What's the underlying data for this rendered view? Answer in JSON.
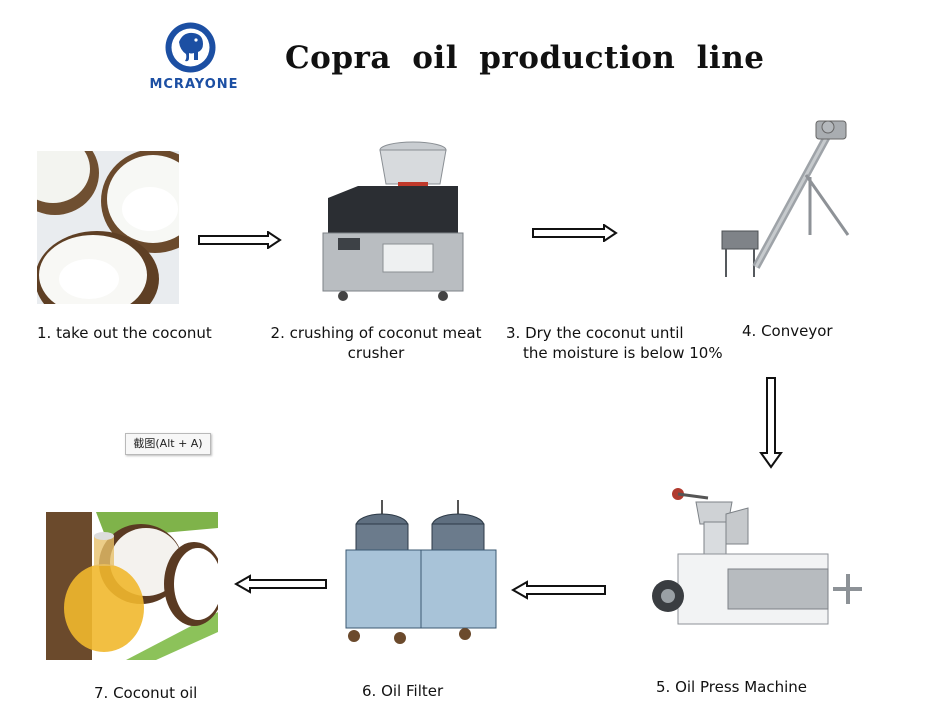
{
  "brand": {
    "name": "MCRAYONE",
    "logo_icon": "elephant-logo-icon",
    "color": "#1c4fa3"
  },
  "title": "Copra  oil  production  line",
  "steps": [
    {
      "label": "1. take out the coconut",
      "image": "coconut-halves-photo"
    },
    {
      "label_line1": "2. crushing of coconut meat",
      "label_line2": "crusher",
      "image": "coconut-crusher-machine"
    },
    {
      "label_line1": "3. Dry the coconut until",
      "label_line2": "the moisture is below 10%"
    },
    {
      "label": "4. Conveyor",
      "image": "screw-conveyor"
    },
    {
      "label": "5. Oil Press Machine",
      "image": "oil-press-machine"
    },
    {
      "label": "6. Oil Filter",
      "image": "oil-filter-machine"
    },
    {
      "label": "7. Coconut oil",
      "image": "coconut-oil-bottle-photo"
    }
  ],
  "tooltip": "截图(Alt + A)",
  "arrow_icon": "outline-arrow-icon"
}
